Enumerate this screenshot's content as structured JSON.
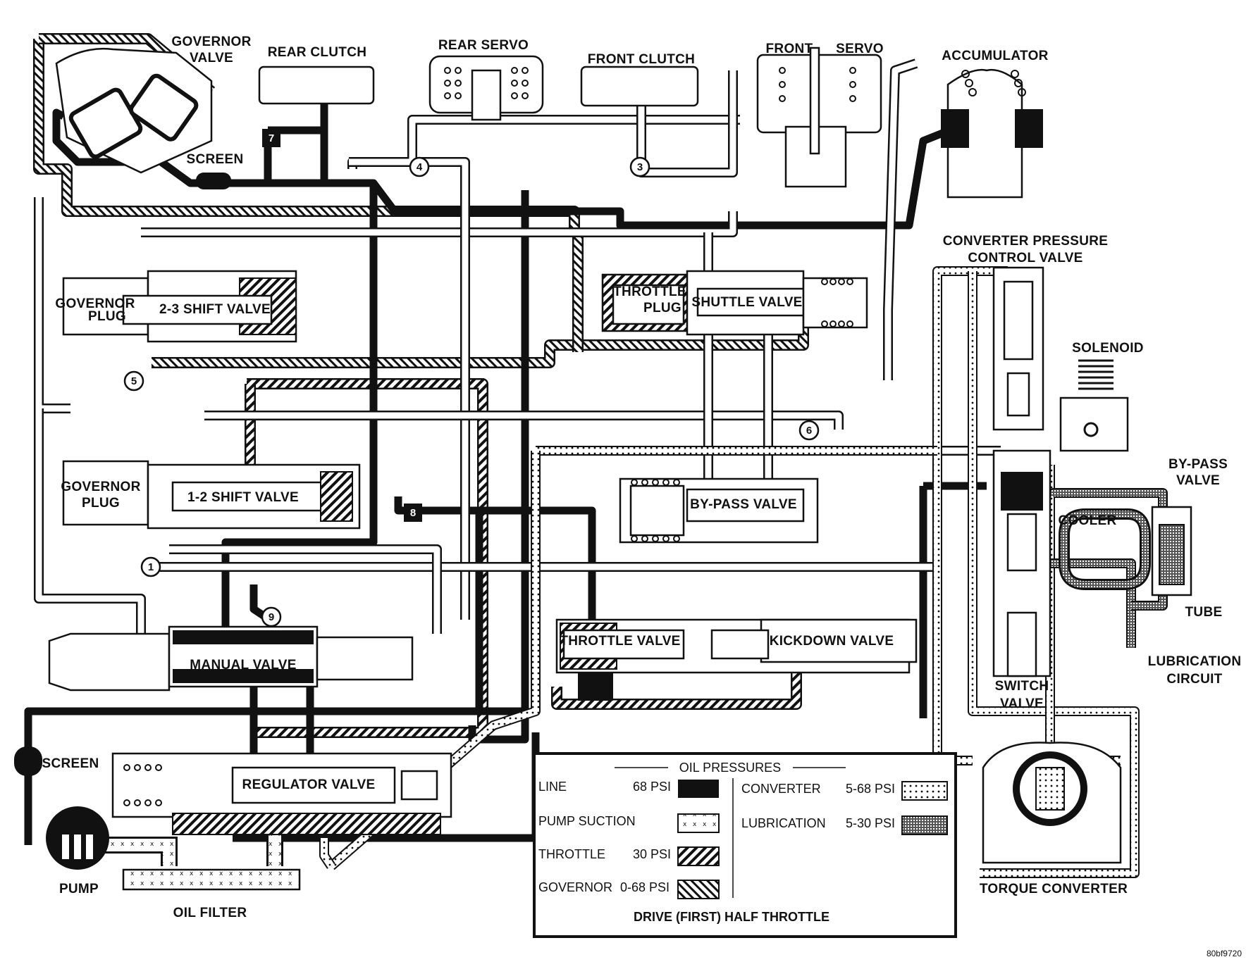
{
  "components": {
    "governor_valve": [
      "GOVERNOR",
      "VALVE"
    ],
    "rear_clutch": "REAR CLUTCH",
    "rear_servo": "REAR SERVO",
    "front_clutch": "FRONT CLUTCH",
    "front_servo": [
      "FRONT",
      "SERVO"
    ],
    "accumulator": "ACCUMULATOR",
    "screen_top": "SCREEN",
    "converter_pressure_control_valve": [
      "CONVERTER PRESSURE",
      "CONTROL VALVE"
    ],
    "solenoid": "SOLENOID",
    "bypass_valve_right": [
      "BY-PASS",
      "VALVE"
    ],
    "cooler": "COOLER",
    "tube": "TUBE",
    "lubrication_circuit": [
      "LUBRICATION",
      "CIRCUIT"
    ],
    "switch_valve": [
      "SWITCH",
      "VALVE"
    ],
    "torque_converter": "TORQUE CONVERTER",
    "governor_plug_upper": [
      "GOVERNOR",
      "PLUG"
    ],
    "shift_valve_23": "2-3 SHIFT VALVE",
    "governor_plug_lower": [
      "GOVERNOR",
      "PLUG"
    ],
    "shift_valve_12": "1-2 SHIFT VALVE",
    "throttle_plug": [
      "THROTTLE",
      "PLUG"
    ],
    "shuttle_valve": "SHUTTLE VALVE",
    "bypass_valve_center": "BY-PASS VALVE",
    "throttle_valve": "THROTTLE VALVE",
    "kickdown_valve": "KICKDOWN VALVE",
    "manual_valve": "MANUAL VALVE",
    "regulator_valve": "REGULATOR VALVE",
    "screen_left": "SCREEN",
    "pump": "PUMP",
    "oil_filter": "OIL FILTER"
  },
  "circuit_nodes": [
    "1",
    "3",
    "4",
    "5",
    "6",
    "7",
    "8",
    "9"
  ],
  "legend": {
    "heading": "OIL PRESSURES",
    "items": [
      {
        "name": "LINE",
        "pressure": "68 PSI",
        "pattern": "solid-black"
      },
      {
        "name": "PUMP SUCTION",
        "pressure": "",
        "pattern": "x-marks"
      },
      {
        "name": "THROTTLE",
        "pressure": "30 PSI",
        "pattern": "diagonal-hatch"
      },
      {
        "name": "GOVERNOR",
        "pressure": "0-68 PSI",
        "pattern": "reverse-diagonal-hatch"
      },
      {
        "name": "CONVERTER",
        "pressure": "5-68 PSI",
        "pattern": "dotted"
      },
      {
        "name": "LUBRICATION",
        "pressure": "5-30 PSI",
        "pattern": "crosshatch-dense"
      }
    ],
    "caption": "DRIVE (FIRST) HALF THROTTLE"
  },
  "figure_ref": "80bf9720",
  "colors": {
    "ink": "#111111",
    "paper": "#ffffff"
  }
}
